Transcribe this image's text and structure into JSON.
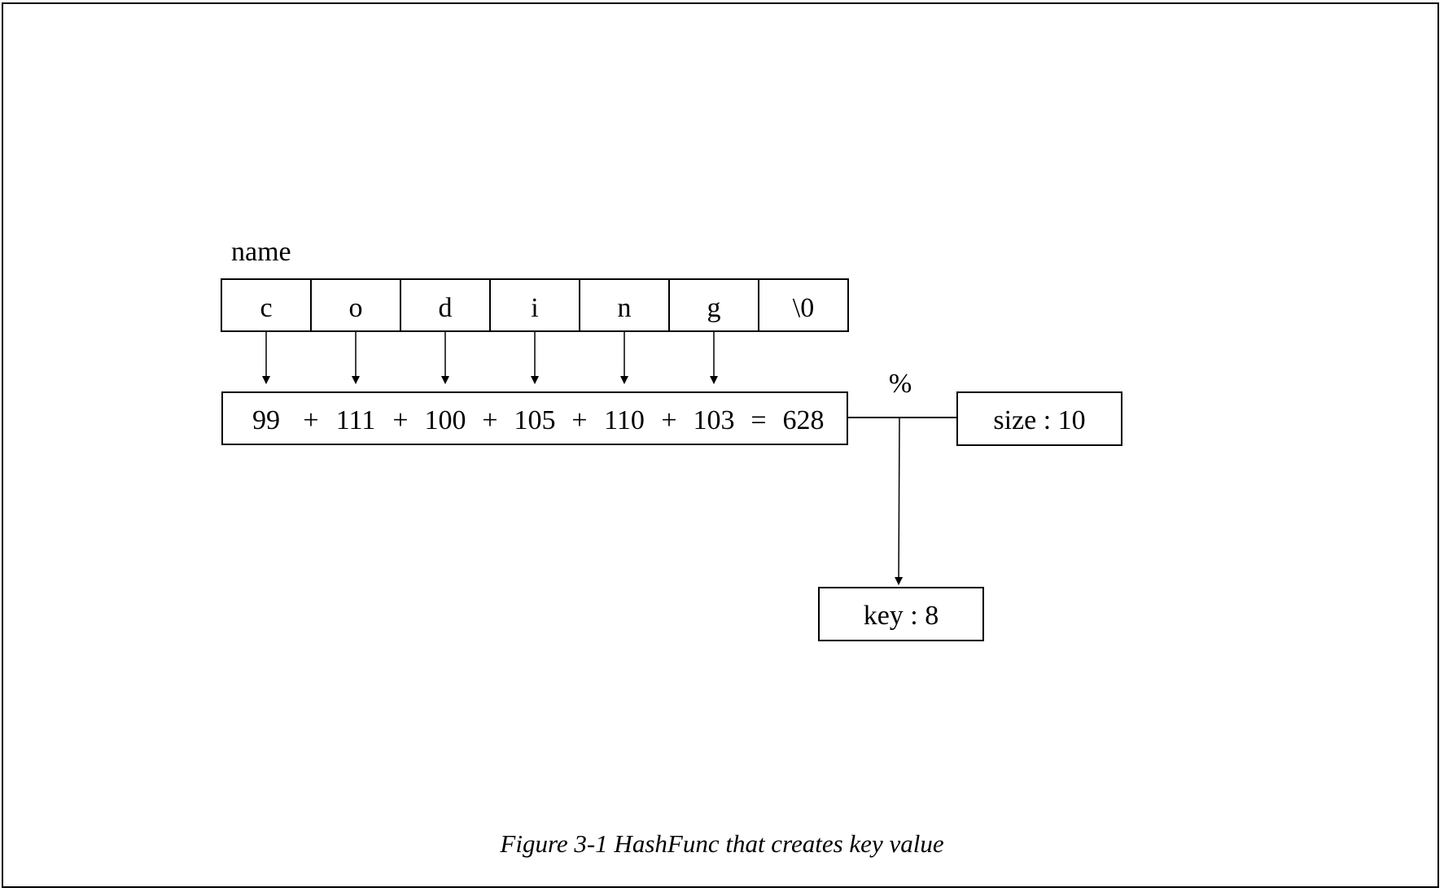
{
  "name_label": "name",
  "chars": [
    "c",
    "o",
    "d",
    "i",
    "n",
    "g",
    "\\0"
  ],
  "sum": {
    "terms": [
      {
        "value": "99",
        "op": "+"
      },
      {
        "value": "111",
        "op": "+"
      },
      {
        "value": "100",
        "op": "+"
      },
      {
        "value": "105",
        "op": "+"
      },
      {
        "value": "110",
        "op": "+"
      },
      {
        "value": "103",
        "op": "="
      }
    ],
    "total": "628"
  },
  "operator": "%",
  "size_label": "size : 10",
  "key_label": "key : 8",
  "caption": "Figure 3-1 HashFunc that creates key value"
}
